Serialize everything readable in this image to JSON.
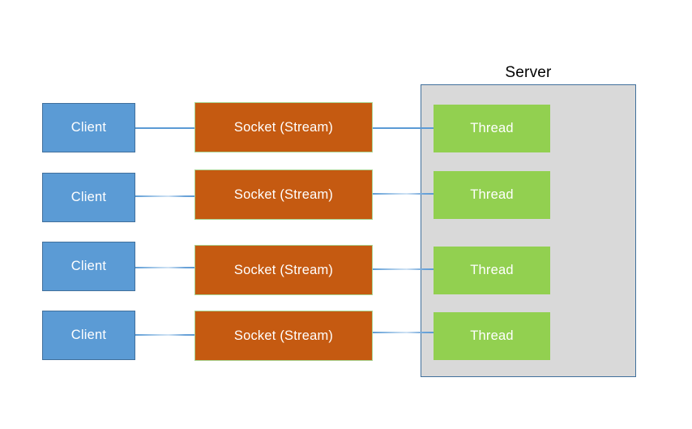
{
  "diagram": {
    "title_label": "Server",
    "colors": {
      "client_fill": "#5B9BD5",
      "client_border": "#41709C",
      "socket_fill": "#C55A11",
      "socket_border": "#A9D18E",
      "thread_fill": "#92D050",
      "server_fill": "#D9D9D9",
      "server_border": "#41709C",
      "connector": "#5B9BD5",
      "background": "#FFFFFF",
      "node_text": "#FFFFFF",
      "title_text": "#000000"
    },
    "rows": [
      {
        "client_label": "Client",
        "socket_label": "Socket (Stream)",
        "thread_label": "Thread"
      },
      {
        "client_label": "Client",
        "socket_label": "Socket (Stream)",
        "thread_label": "Thread"
      },
      {
        "client_label": "Client",
        "socket_label": "Socket (Stream)",
        "thread_label": "Thread"
      },
      {
        "client_label": "Client",
        "socket_label": "Socket (Stream)",
        "thread_label": "Thread"
      }
    ]
  }
}
